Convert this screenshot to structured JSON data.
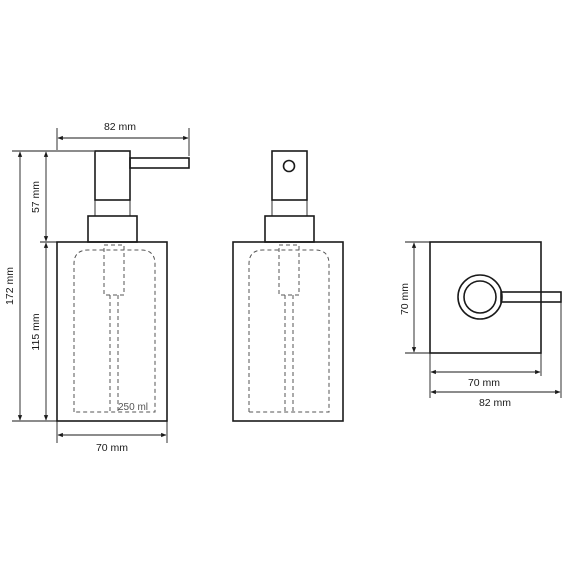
{
  "front_view": {
    "width_top_label": "82 mm",
    "width_bottom_label": "70 mm",
    "height_total_label": "172 mm",
    "height_pump_label": "57 mm",
    "height_body_label": "115 mm",
    "capacity_label": "250 ml"
  },
  "top_view": {
    "width_inner_label": "70 mm",
    "width_outer_label": "82 mm",
    "depth_label": "70 mm"
  },
  "colors": {
    "line": "#1a1a1a",
    "hidden_line": "#555555",
    "background": "#ffffff"
  }
}
